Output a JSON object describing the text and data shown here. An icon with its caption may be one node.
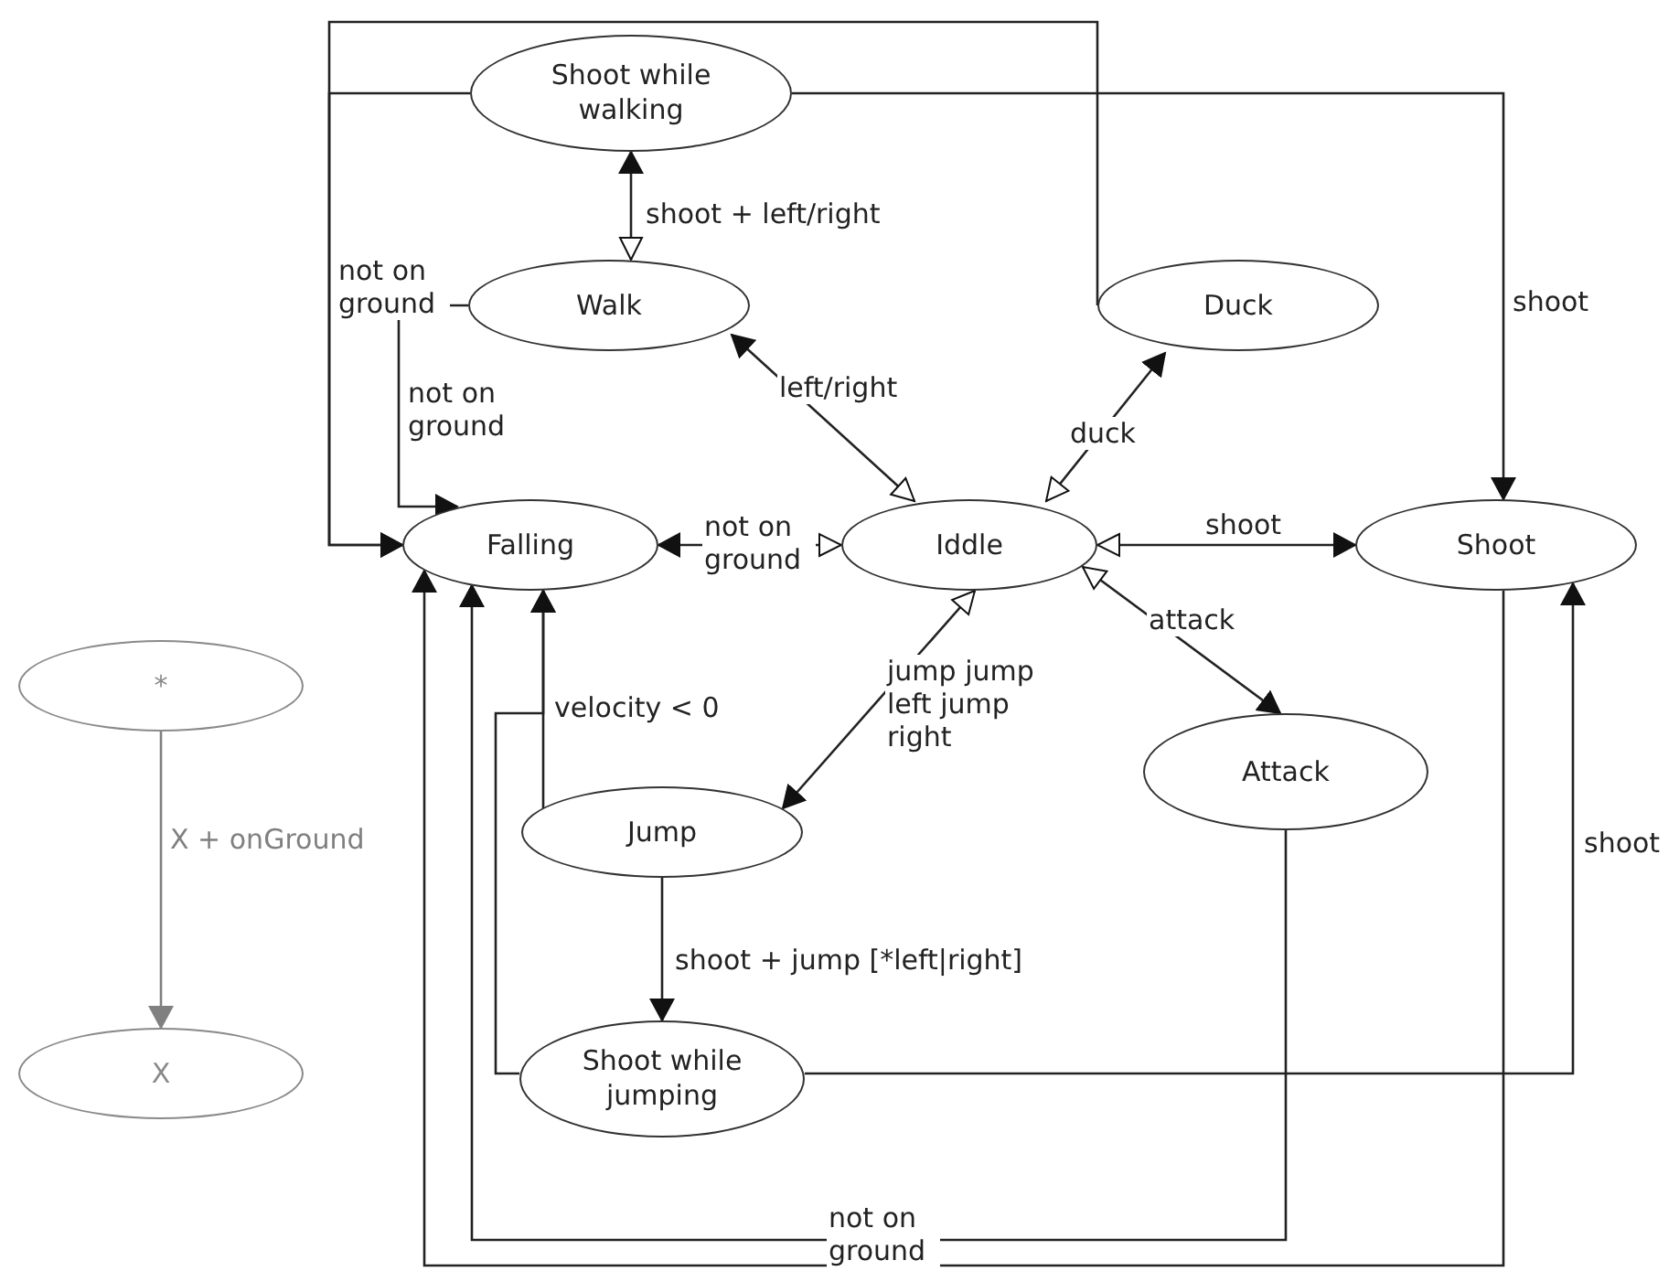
{
  "diagram": {
    "nodes": [
      {
        "text": [
          "Shoot while walking"
        ]
      },
      {
        "text": [
          "Walk"
        ]
      },
      {
        "text": [
          "Duck"
        ]
      },
      {
        "text": [
          "Falling"
        ]
      },
      {
        "text": [
          "Iddle"
        ]
      },
      {
        "text": [
          "Shoot"
        ]
      },
      {
        "text": [
          "Attack"
        ]
      },
      {
        "text": [
          "Jump"
        ]
      },
      {
        "text": [
          "Shoot while jumping"
        ]
      },
      {
        "text": [
          "*"
        ]
      },
      {
        "text": [
          "X"
        ]
      }
    ],
    "edges": [
      {
        "from": 1,
        "to": 0,
        "arrow": "both",
        "label": "shoot + left/right"
      },
      {
        "from": 4,
        "to": 1,
        "arrow": "both",
        "label": "left/right"
      },
      {
        "from": 4,
        "to": 2,
        "arrow": "both",
        "label": "duck"
      },
      {
        "from": 4,
        "to": 3,
        "arrow": "both",
        "label": "not on ground"
      },
      {
        "from": 4,
        "to": 5,
        "arrow": "both",
        "label": "shoot"
      },
      {
        "from": 4,
        "to": 6,
        "arrow": "both",
        "label": "attack"
      },
      {
        "from": 4,
        "to": 7,
        "arrow": "both",
        "label": "jump jump left jump right"
      },
      {
        "from": 1,
        "to": 3,
        "arrow": "to",
        "label": "not on ground"
      },
      {
        "from": 0,
        "to": 3,
        "arrow": "to",
        "label": "not on ground"
      },
      {
        "from": 2,
        "to": 3,
        "arrow": "to"
      },
      {
        "from": 0,
        "to": 5,
        "arrow": "to",
        "label": "shoot"
      },
      {
        "from": 7,
        "to": 3,
        "arrow": "to",
        "label": "velocity < 0"
      },
      {
        "from": 8,
        "to": 3,
        "arrow": "to"
      },
      {
        "from": 7,
        "to": 8,
        "arrow": "to",
        "label": "shoot + jump [*left|right]"
      },
      {
        "from": 8,
        "to": 5,
        "arrow": "to",
        "label": "shoot"
      },
      {
        "from": 6,
        "to": 3,
        "arrow": "to",
        "label": "not on ground"
      },
      {
        "from": 5,
        "to": 3,
        "arrow": "to"
      },
      {
        "from": 9,
        "to": 10,
        "arrow": "to",
        "label": "X + onGround",
        "color": "#808080"
      }
    ]
  }
}
